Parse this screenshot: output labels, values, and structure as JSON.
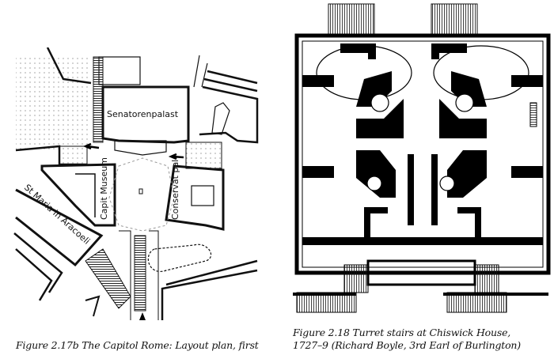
{
  "figure_left": {
    "caption": "Figure 2.17b  The Capitol Rome: Layout plan, first",
    "labels": {
      "senate": "Senatorenpalast",
      "museum": "Capit Museum",
      "conservatori": "Conservat pal",
      "church": "St Maria in Aracoeli"
    }
  },
  "figure_right": {
    "caption_line1": "Figure 2.18  Turret stairs at Chiswick House,",
    "caption_line2": "1727–9 (Richard Boyle, 3rd Earl of Burlington)"
  }
}
